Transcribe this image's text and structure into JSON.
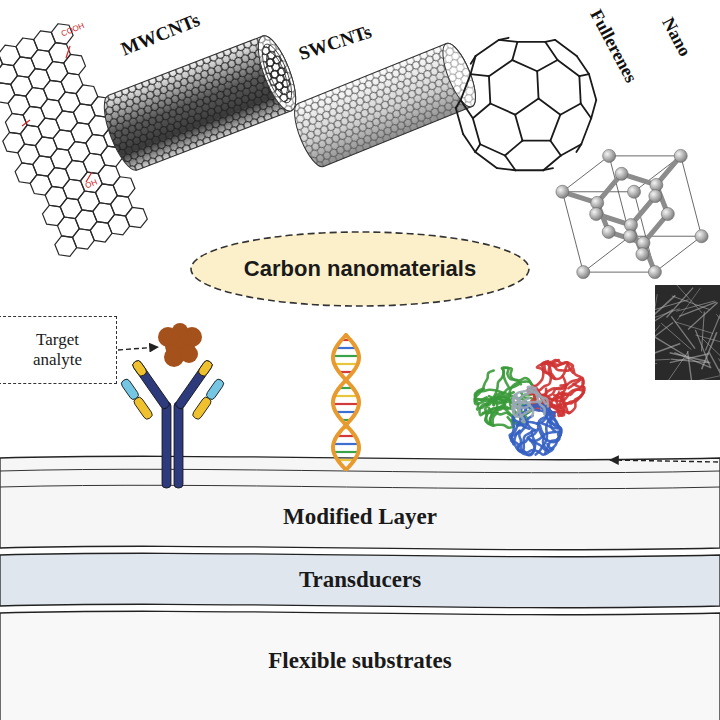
{
  "diagram": {
    "nodes": [
      {
        "text": [
          "Carbon nanomaterials"
        ]
      },
      {
        "text": [
          "Target analyte"
        ]
      },
      {
        "text": [
          "Modified Layer"
        ]
      },
      {
        "text": [
          "Transducers"
        ]
      },
      {
        "text": [
          "Flexible substrates"
        ]
      }
    ],
    "labels": [
      "MWCNTs",
      "SWCNTs",
      "Fullerenes",
      "Nano",
      "COOH",
      "OH"
    ]
  }
}
